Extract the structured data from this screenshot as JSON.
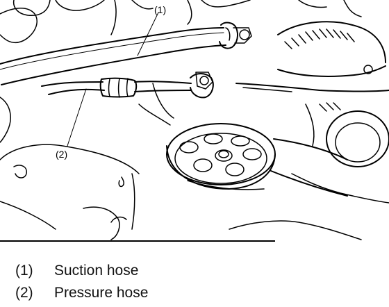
{
  "diagram": {
    "callouts": [
      {
        "id": "1",
        "label": "(1)"
      },
      {
        "id": "2",
        "label": "(2)"
      }
    ]
  },
  "legend": [
    {
      "num": "(1)",
      "name": "Suction hose"
    },
    {
      "num": "(2)",
      "name": "Pressure hose"
    }
  ]
}
